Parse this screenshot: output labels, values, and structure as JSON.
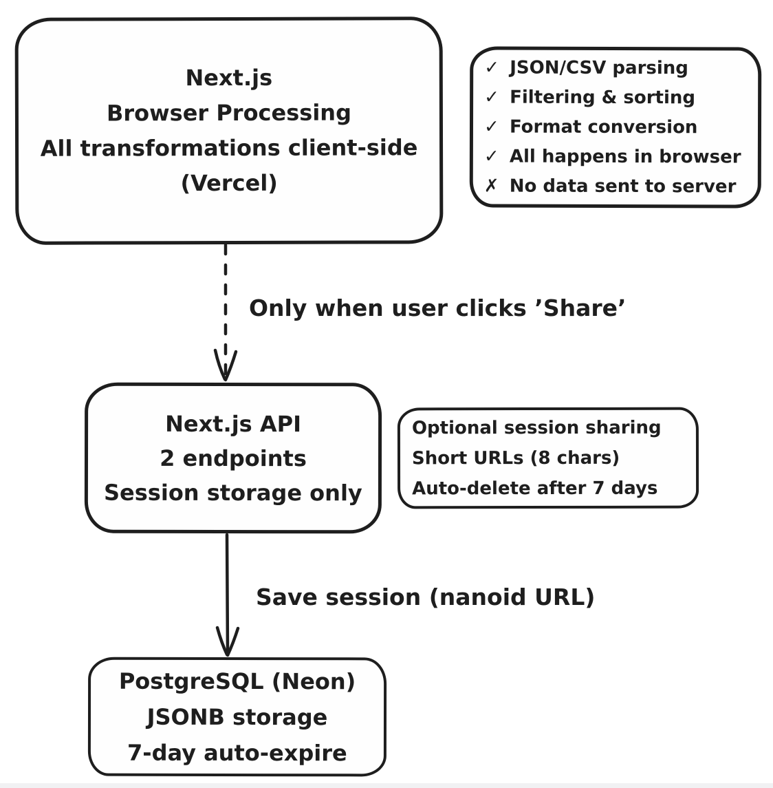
{
  "colors": {
    "ink": "#1e1e1e",
    "background": "#ffffff"
  },
  "diagram": {
    "browser_box": {
      "lines": [
        "Next.js",
        "Browser Processing",
        "All transformations client-side",
        "(Vercel)"
      ]
    },
    "features_box": {
      "items": [
        {
          "mark": "✓",
          "label": "JSON/CSV parsing"
        },
        {
          "mark": "✓",
          "label": "Filtering & sorting"
        },
        {
          "mark": "✓",
          "label": "Format conversion"
        },
        {
          "mark": "✓",
          "label": "All happens in browser"
        },
        {
          "mark": "✗",
          "label": "No data sent to server"
        }
      ]
    },
    "share_edge": {
      "label": "Only when user clicks ’Share’",
      "style": "dashed"
    },
    "api_box": {
      "lines": [
        "Next.js API",
        "2 endpoints",
        "Session storage only"
      ]
    },
    "api_note_box": {
      "lines": [
        "Optional session sharing",
        "Short URLs (8 chars)",
        "Auto-delete after 7 days"
      ]
    },
    "save_edge": {
      "label": "Save session (nanoid URL)",
      "style": "solid"
    },
    "db_box": {
      "lines": [
        "PostgreSQL (Neon)",
        "JSONB storage",
        "7-day auto-expire"
      ]
    }
  }
}
